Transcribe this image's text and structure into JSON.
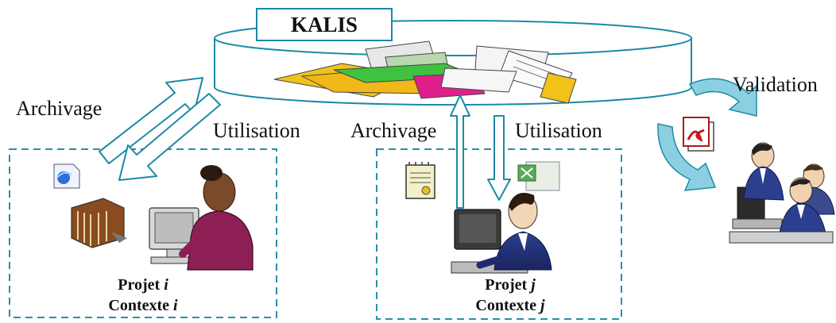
{
  "repository": {
    "title": "KALIS"
  },
  "left_project": {
    "archive_label": "Archivage",
    "use_label": "Utilisation",
    "project_label": "Projet",
    "project_index": "i",
    "context_label": "Contexte",
    "context_index": "i"
  },
  "middle_project": {
    "archive_label": "Archivage",
    "use_label": "Utilisation",
    "project_label": "Projet",
    "project_index": "j",
    "context_label": "Contexte",
    "context_index": "j"
  },
  "validation": {
    "label": "Validation"
  },
  "colors": {
    "outline": "#1b8aa6",
    "dashed_box": "#2a8fa8",
    "cycle_arrow": "#7ec6dc",
    "folder_yellow": "#f2c21b",
    "folder_green": "#3fc23f",
    "folder_magenta": "#e0208a"
  }
}
